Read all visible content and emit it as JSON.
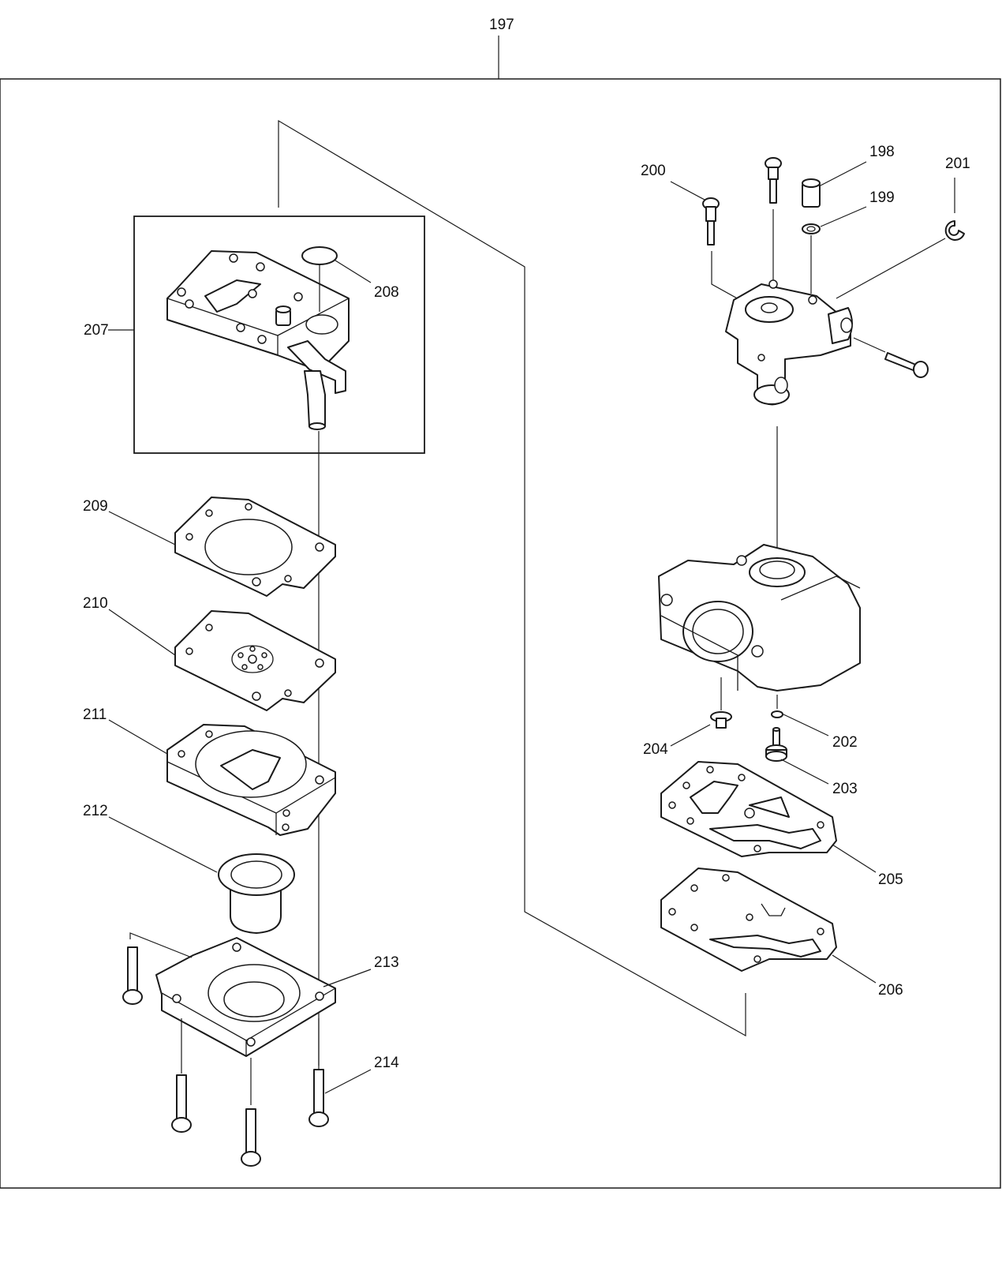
{
  "callouts": {
    "c197": "197",
    "c198": "198",
    "c199": "199",
    "c200": "200",
    "c201": "201",
    "c202": "202",
    "c203": "203",
    "c204": "204",
    "c205": "205",
    "c206": "206",
    "c207": "207",
    "c208": "208",
    "c209": "209",
    "c210": "210",
    "c211": "211",
    "c212": "212",
    "c213": "213",
    "c214": "214"
  },
  "colors": {
    "line": "#1a1a1a",
    "background": "#ffffff"
  }
}
